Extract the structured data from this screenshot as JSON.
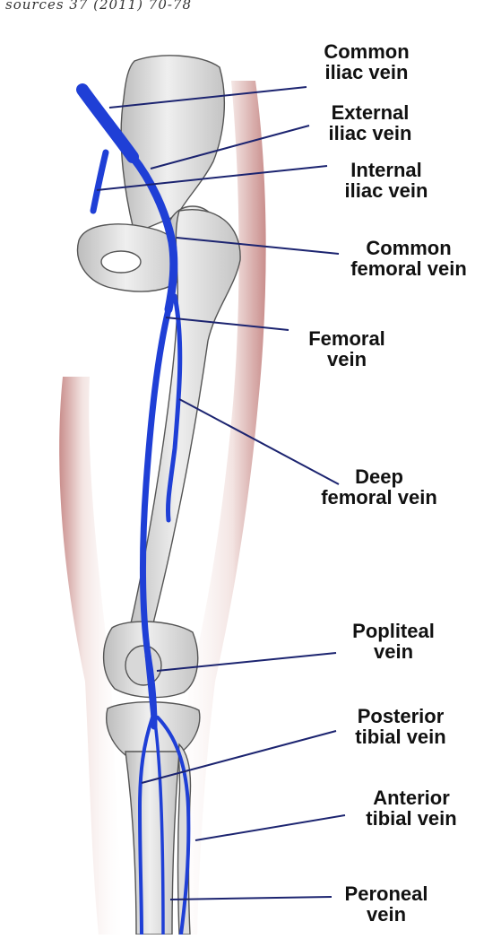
{
  "header_text": "sources 37 (2011) 70-78",
  "colors": {
    "vein": "#1f3fd6",
    "bone": "#e4e4e4",
    "bone_outline": "#555555",
    "skin": "#d9aaa8",
    "leader_line": "#1c2470"
  },
  "labels": {
    "common_iliac": {
      "line1": "Common",
      "line2": "iliac vein"
    },
    "external_iliac": {
      "line1": "External",
      "line2": "iliac vein"
    },
    "internal_iliac": {
      "line1": "Internal",
      "line2": "iliac vein"
    },
    "common_femoral": {
      "line1": "Common",
      "line2": "femoral vein"
    },
    "femoral": {
      "line1": "Femoral",
      "line2": "vein"
    },
    "deep_femoral": {
      "line1": "Deep",
      "line2": "femoral vein"
    },
    "popliteal": {
      "line1": "Popliteal",
      "line2": "vein"
    },
    "posterior_tibial": {
      "line1": "Posterior",
      "line2": "tibial vein"
    },
    "anterior_tibial": {
      "line1": "Anterior",
      "line2": "tibial vein"
    },
    "peroneal": {
      "line1": "Peroneal",
      "line2": "vein"
    }
  }
}
